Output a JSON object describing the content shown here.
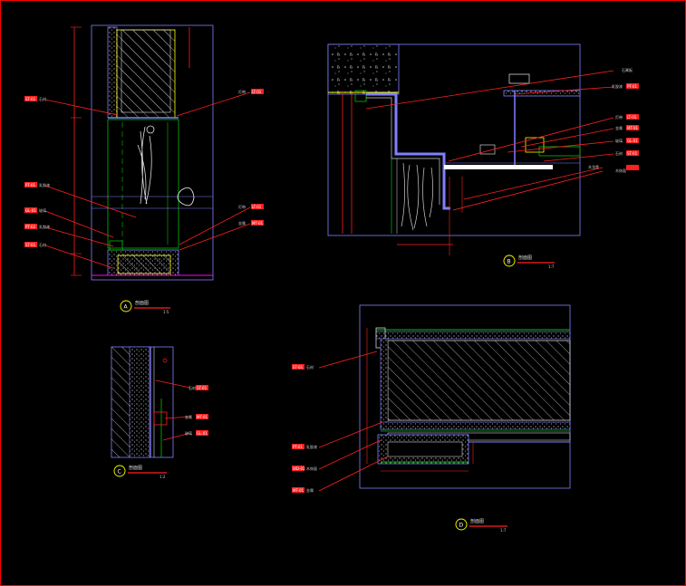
{
  "colors": {
    "background": "#000000",
    "frame": "#ff0000",
    "outline": "#8080ff",
    "hatch": "#c0c0c0",
    "leader": "#ff2020",
    "accent_yellow": "#ffff00",
    "accent_green": "#00c000",
    "tag_fill": "#ff2020",
    "tag_text": "#ffffff"
  },
  "details": [
    {
      "id": "A",
      "title": "剖面图",
      "scale": "1:5"
    },
    {
      "id": "B",
      "title": "剖面图",
      "scale": "1:7"
    },
    {
      "id": "C",
      "title": "剖面图",
      "scale": "1:2"
    },
    {
      "id": "D",
      "title": "剖面图",
      "scale": "1:7"
    }
  ],
  "tags": {
    "A_left": [
      {
        "code": "ST-01",
        "text": "石材"
      },
      {
        "code": "PT-01",
        "text": "乳胶漆"
      },
      {
        "code": "GL-01",
        "text": "玻璃"
      },
      {
        "code": "PT-02",
        "text": "乳胶漆"
      },
      {
        "code": "ST-01",
        "text": "石材"
      }
    ],
    "A_right": [
      {
        "code": "LT-01",
        "text": "灯带"
      },
      {
        "code": "LT-01",
        "text": "灯带"
      },
      {
        "code": "MT-01",
        "text": "金属"
      }
    ],
    "B_right": [
      {
        "code": "",
        "text": "石膏板"
      },
      {
        "code": "PT-01",
        "text": "乳胶漆"
      },
      {
        "code": "LT-01",
        "text": "灯带"
      },
      {
        "code": "MT-01",
        "text": "金属"
      },
      {
        "code": "GL-01",
        "text": "玻璃"
      },
      {
        "code": "ST-01",
        "text": "石材"
      },
      {
        "code": "",
        "text": "木龙骨"
      },
      {
        "code": "",
        "text": "木饰面"
      }
    ],
    "C_right": [
      {
        "code": "ST-01",
        "text": "石材"
      },
      {
        "code": "MT-01",
        "text": "金属"
      },
      {
        "code": "GL-01",
        "text": "玻璃"
      }
    ],
    "D_left": [
      {
        "code": "ST-01",
        "text": "石材"
      },
      {
        "code": "PT-01",
        "text": "乳胶漆"
      },
      {
        "code": "WD-01",
        "text": "木饰面"
      },
      {
        "code": "MT-01",
        "text": "金属"
      }
    ]
  }
}
